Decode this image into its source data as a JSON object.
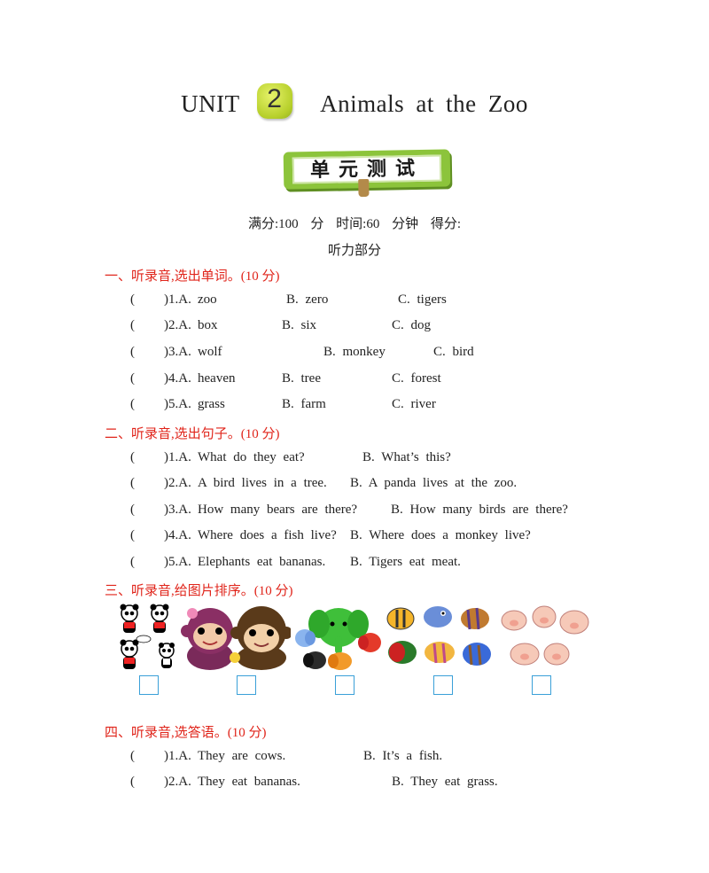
{
  "header": {
    "unit_label": "UNIT",
    "unit_number": "2",
    "topic": "Animals at the Zoo",
    "banner": "单元测试"
  },
  "meta": {
    "line": "满分:100 分   时间:60 分钟   得分:",
    "part": "听力部分"
  },
  "sections": [
    {
      "heading": "一、听录音,选出单词。(10 分)",
      "items": [
        {
          "num": ")1.A.",
          "a": "zoo",
          "b": "B.  zero",
          "c": "C.  tigers"
        },
        {
          "num": ")2.A.",
          "a": "box",
          "b": "B.  six",
          "c": "C.  dog"
        },
        {
          "num": ")3.A.",
          "a": "wolf",
          "b": "B.  monkey",
          "c": "C.  bird"
        },
        {
          "num": ")4.A.",
          "a": "heaven",
          "b": "B.  tree",
          "c": "C.  forest"
        },
        {
          "num": ")5.A.",
          "a": "grass",
          "b": "B.  farm",
          "c": "C.  river"
        }
      ]
    },
    {
      "heading": "二、听录音,选出句子。(10 分)",
      "items": [
        {
          "num": ")1.A.",
          "a": "What do they eat?",
          "b": "B.  What’s this?"
        },
        {
          "num": ")2.A.",
          "a": "A bird lives in a tree.",
          "b": "B.  A panda lives at the zoo."
        },
        {
          "num": ")3.A.",
          "a": "How many bears are there?",
          "b": "B.  How many birds are there?"
        },
        {
          "num": ")4.A.",
          "a": "Where does a fish live?",
          "b": "B.  Where does a monkey live?"
        },
        {
          "num": ")5.A.",
          "a": "Elephants eat bananas.",
          "b": "B.  Tigers eat meat."
        }
      ]
    },
    {
      "heading": "三、听录音,给图片排序。(10 分)",
      "pictures": [
        "pandas",
        "monkeys",
        "elephants",
        "fish",
        "pigs"
      ]
    },
    {
      "heading": "四、听录音,选答语。(10 分)",
      "items": [
        {
          "num": ")1.A.",
          "a": "They are cows.",
          "b": "B.  It’s a fish."
        },
        {
          "num": ")2.A.",
          "a": "They eat bananas.",
          "b": "B.  They eat grass."
        }
      ]
    }
  ],
  "paren": "(",
  "colors": {
    "heading": "#e0251b",
    "badge": "#c7dc3a",
    "banner": "#8cc43b",
    "answer_box": "#3aa0d8"
  }
}
